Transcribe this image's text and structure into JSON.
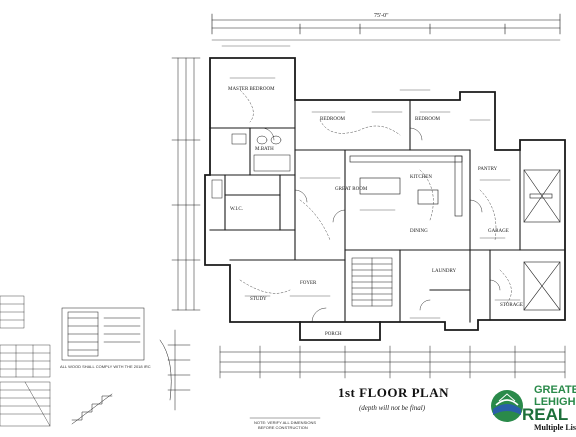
{
  "plan": {
    "title": "1st FLOOR PLAN",
    "subtitle": "(depth will not be final)",
    "overall_dimension": "75'-0\"",
    "rooms": {
      "master_bedroom": "MASTER BEDROOM",
      "bedroom_left": "BEDROOM",
      "bedroom_right": "BEDROOM",
      "master_bath": "M.BATH",
      "closet": "W.I.C.",
      "great_room": "GREAT ROOM",
      "kitchen": "KITCHEN",
      "dining": "DINING",
      "study": "STUDY",
      "foyer": "FOYER",
      "porch": "PORCH",
      "garage": "GARAGE",
      "storage": "STORAGE",
      "laundry": "LAUNDRY",
      "pantry": "PANTRY"
    },
    "notes": {
      "note_main": "NOTE: VERIFY ALL DIMENSIONS",
      "note_sub": "BEFORE CONSTRUCTION",
      "schedule_note": "ALL WOOD SHALL COMPLY WITH THE 2018 IRC"
    }
  },
  "logo": {
    "line1": "GREATE",
    "line2": "LEHIGH",
    "line3": "REAL",
    "line4": "Multiple Lis"
  },
  "colors": {
    "ink": "#1a1a1a",
    "brand": "#2a8a4a",
    "brand_dark": "#1d6f3a",
    "brand_blue": "#2a5fa8"
  }
}
